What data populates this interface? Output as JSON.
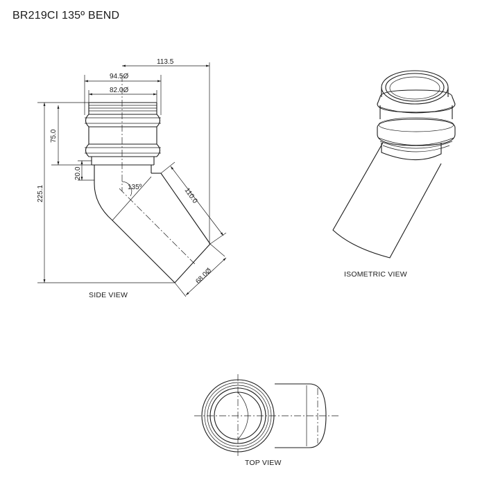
{
  "title": "BR219CI 135º BEND",
  "side_view": {
    "caption": "SIDE VIEW",
    "dimensions": {
      "offset": "113.5",
      "outer_diameter": "94.5Ø",
      "socket_diameter": "82.0Ø",
      "socket_depth": "75.0",
      "collar": "20.0",
      "overall_height": "225.1",
      "angle": "135º",
      "spigot_length": "110.0",
      "spigot_diameter": "68.0Ø"
    }
  },
  "isometric_view": {
    "caption": "ISOMETRIC VIEW"
  },
  "top_view": {
    "caption": "TOP VIEW"
  }
}
